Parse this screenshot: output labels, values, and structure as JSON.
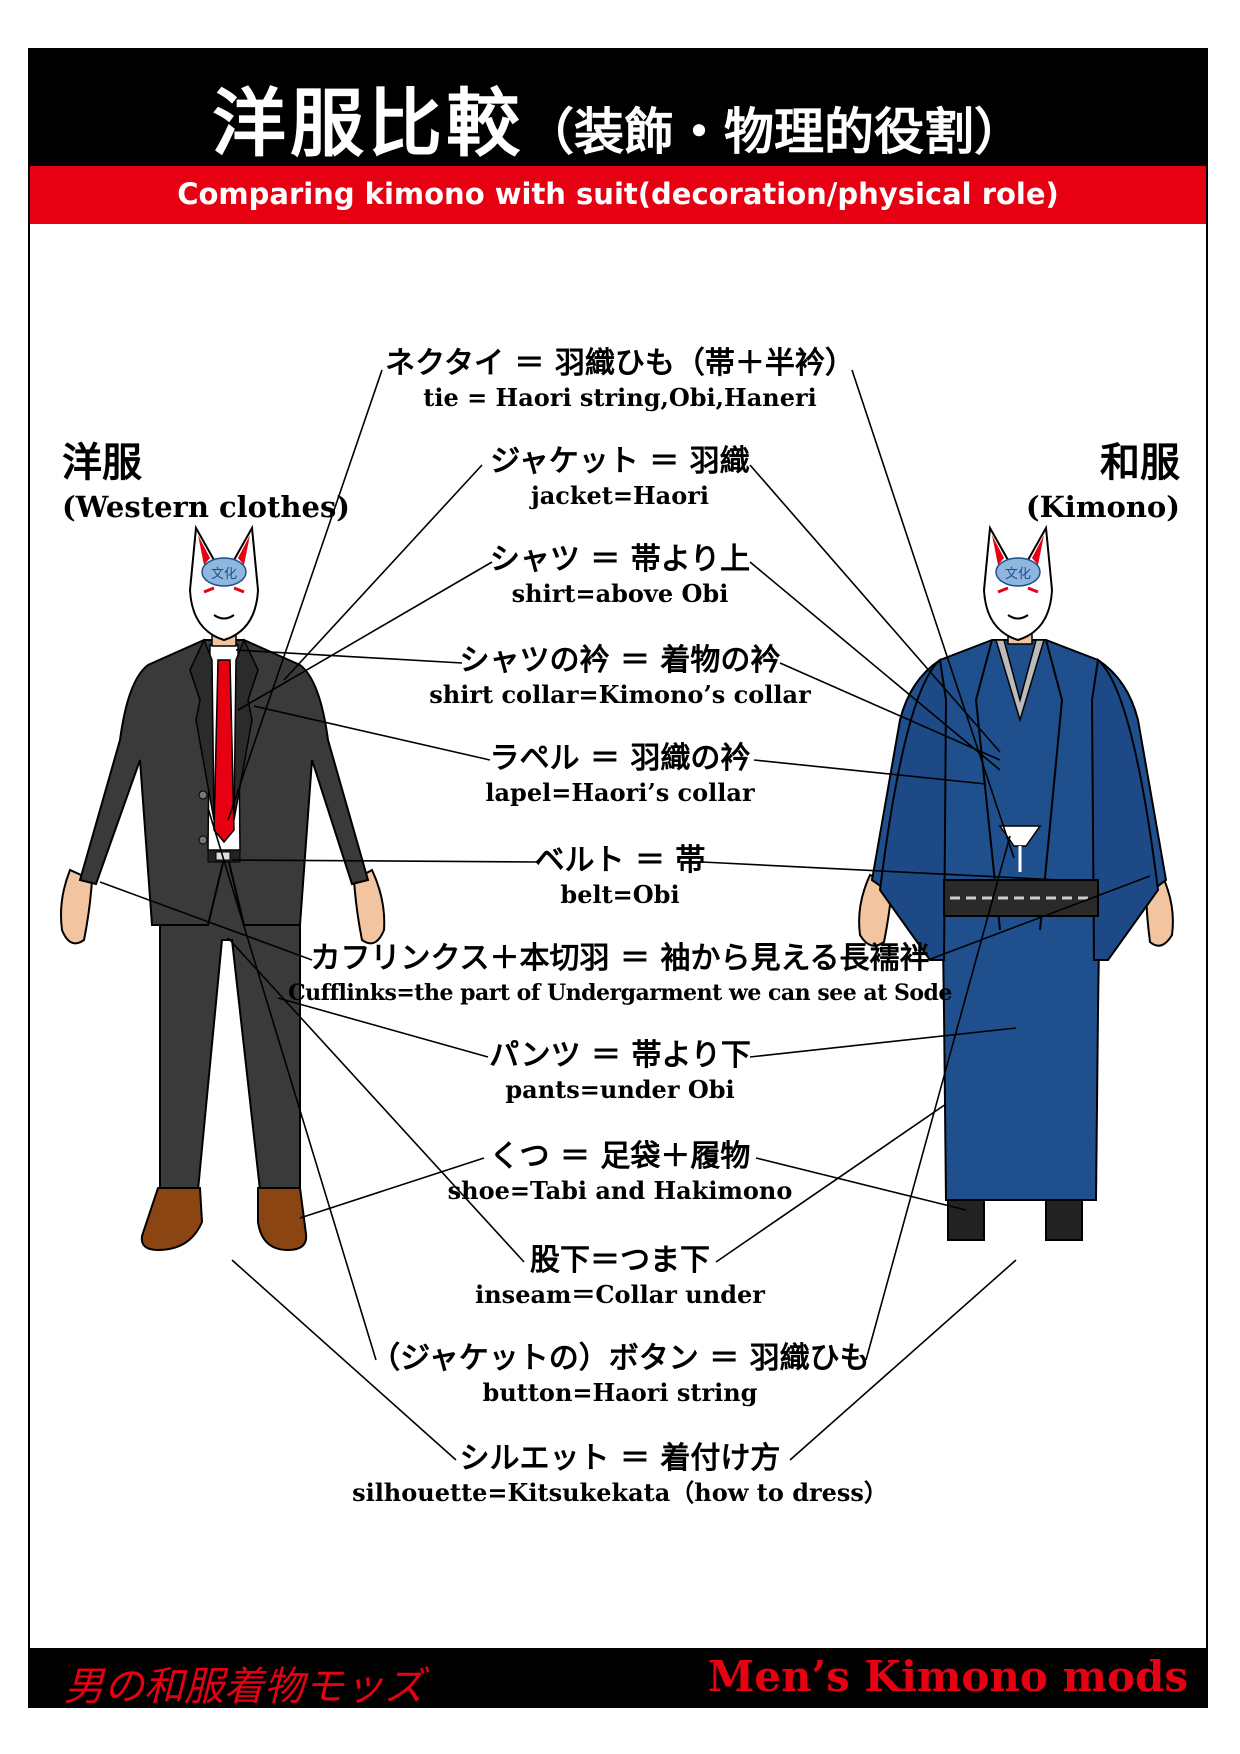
{
  "header": {
    "title_main": "洋服比較",
    "title_sub": "（装飾・物理的役割）",
    "subtitle": "Comparing kimono with suit(decoration/physical role)"
  },
  "left_figure": {
    "title_jp": "洋服",
    "title_en": "(Western clothes)",
    "mask_text": "文化"
  },
  "right_figure": {
    "title_jp": "和服",
    "title_en": "(Kimono)",
    "mask_text": "文化"
  },
  "pairs": [
    {
      "jp": "ネクタイ ＝ 羽織ひも（帯＋半衿）",
      "en": "tie = Haori string,Obi,Haneri"
    },
    {
      "jp": "ジャケット ＝ 羽織",
      "en": "jacket=Haori"
    },
    {
      "jp": "シャツ ＝ 帯より上",
      "en": "shirt=above Obi"
    },
    {
      "jp": "シャツの衿 ＝ 着物の衿",
      "en": "shirt collar=Kimono’s collar"
    },
    {
      "jp": "ラペル ＝ 羽織の衿",
      "en": "lapel=Haori’s collar"
    },
    {
      "jp": "ベルト ＝ 帯",
      "en": "belt=Obi"
    },
    {
      "jp": "カフリンクス＋本切羽 ＝ 袖から見える長襦袢",
      "en": "Cufflinks=the part of Undergarment we can see at Sode"
    },
    {
      "jp": "パンツ ＝ 帯より下",
      "en": "pants=under Obi"
    },
    {
      "jp": "くつ ＝ 足袋＋履物",
      "en": "shoe=Tabi and Hakimono"
    },
    {
      "jp": "股下＝つま下",
      "en": "inseam＝Collar under"
    },
    {
      "jp": "（ジャケットの）ボタン ＝ 羽織ひも",
      "en": "button=Haori string"
    },
    {
      "jp": "シルエット ＝ 着付け方",
      "en": "silhouette=Kitsukekata（how to dress）"
    }
  ],
  "footer": {
    "left": "男の和服着物モッズ",
    "right": "Men’s Kimono mods"
  },
  "colors": {
    "accent_red": "#e60012",
    "black": "#000000",
    "suit": "#3a3a3a",
    "kimono_blue": "#1f4f8c",
    "skin": "#f2c4a0",
    "shoe_brown": "#8b4513"
  }
}
